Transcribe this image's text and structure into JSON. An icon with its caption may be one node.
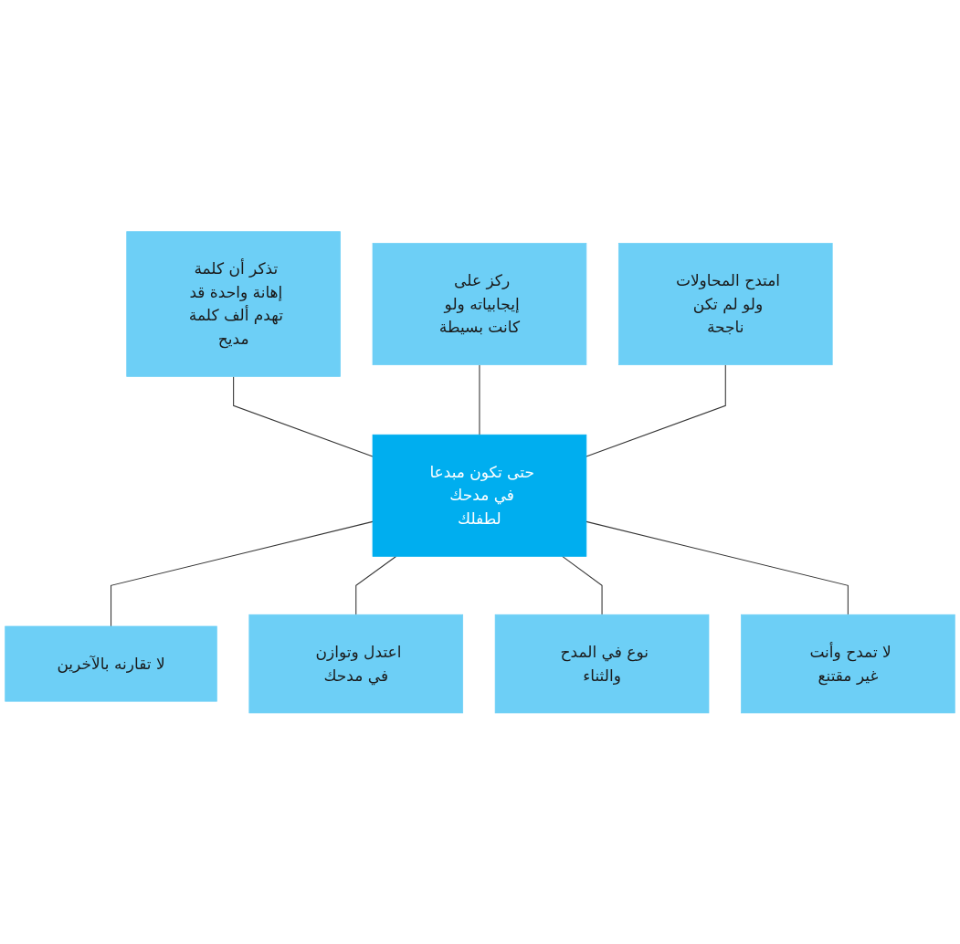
{
  "diagram": {
    "nodes": [
      {
        "text": [
          "حتى تكون مبدعا في مدحك لطفلك"
        ]
      },
      {
        "text": [
          "ركز على إيجابياته ولو كانت بسيطة"
        ]
      },
      {
        "text": [
          "امتدح المحاولات ولو لم تكن ناجحة"
        ]
      },
      {
        "text": [
          "لا تمدح وأنت غير مقتنع"
        ]
      },
      {
        "text": [
          "نوع في المدح والثناء"
        ]
      },
      {
        "text": [
          "اعتدل وتوازن في مدحك"
        ]
      },
      {
        "text": [
          "لا تقارنه بالآخرين"
        ]
      },
      {
        "text": [
          "تذكر أن كلمة إهانة واحدة قد تهدم ألف كلمة مديح"
        ]
      }
    ],
    "edges": [
      {
        "from": 7,
        "to": 0,
        "arrow": "none"
      },
      {
        "from": 1,
        "to": 0,
        "arrow": "none"
      },
      {
        "from": 2,
        "to": 0,
        "arrow": "none"
      },
      {
        "from": 0,
        "to": 6,
        "arrow": "none"
      },
      {
        "from": 0,
        "to": 5,
        "arrow": "none"
      },
      {
        "from": 0,
        "to": 4,
        "arrow": "none"
      },
      {
        "from": 0,
        "to": 3,
        "arrow": "none"
      }
    ]
  }
}
